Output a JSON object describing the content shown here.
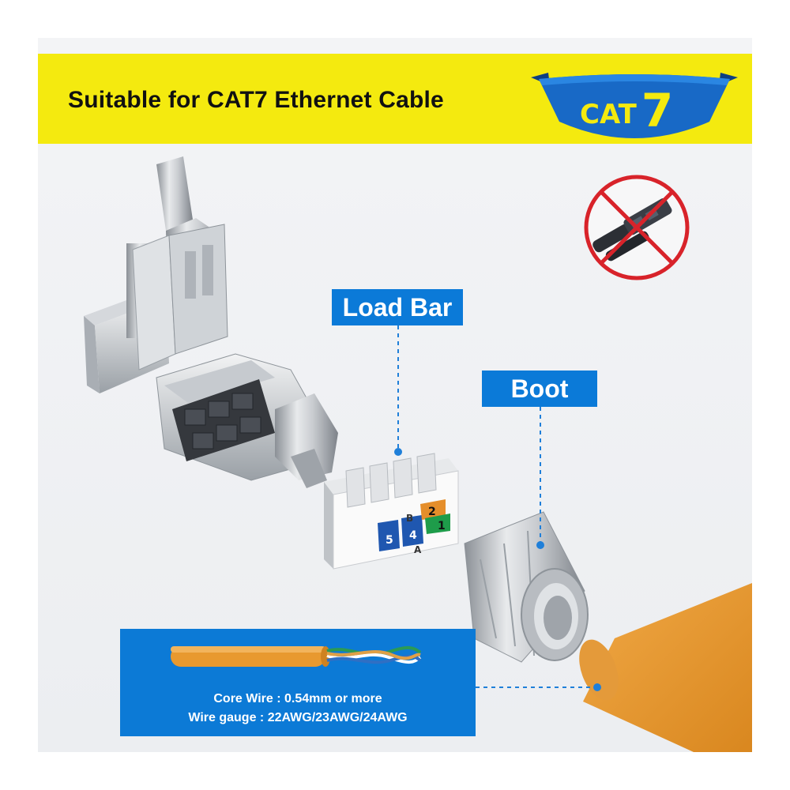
{
  "banner": {
    "title": "Suitable for CAT7 Ethernet Cable",
    "badge_word": "CAT",
    "badge_number": "7"
  },
  "labels": {
    "load_bar": "Load Bar",
    "boot": "Boot"
  },
  "load_bar_pins": {
    "p5": "5",
    "p4": "4",
    "pB": "B",
    "pA": "A",
    "p2": "2",
    "p1": "1"
  },
  "info": {
    "core_wire": "Core Wire : 0.54mm or more",
    "wire_gauge": "Wire gauge : 22AWG/23AWG/24AWG"
  },
  "colors": {
    "banner_yellow": "#f4ea0f",
    "label_blue": "#0b7ad8",
    "badge_blue": "#1869c6",
    "cable_orange": "#e8992f",
    "prohibit_red": "#d8232a"
  },
  "icons": {
    "no_crimp": "prohibited-crimp-tool-icon"
  }
}
